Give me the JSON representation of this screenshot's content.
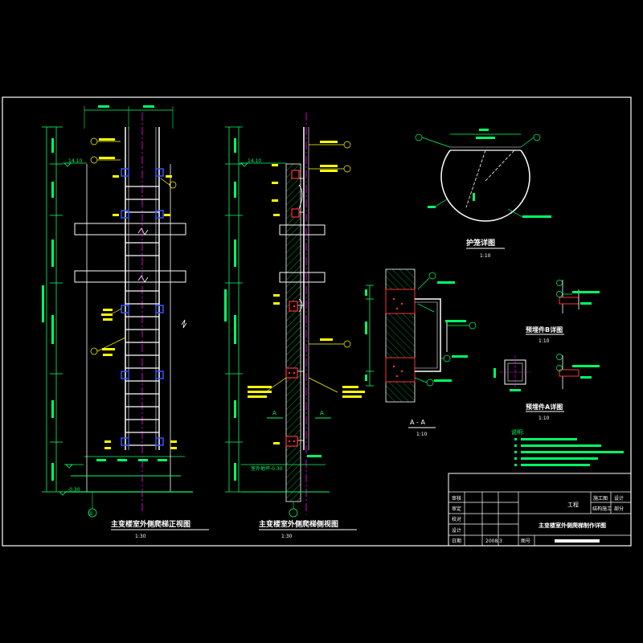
{
  "colors": {
    "background": "#000000",
    "frame": "#ffffff",
    "steel": "#ffffff",
    "dimension": "#00ff66",
    "centerline": "#ff00ff",
    "callout": "#ffff00",
    "anchor": "#3355ff",
    "embed": "#ff3333",
    "hatch": "#00cc44",
    "title_text": "#ffffff"
  },
  "views": {
    "front_title": "主变楼室外侧爬梯正视图",
    "front_scale": "1:30",
    "side_title": "主变楼室外侧爬梯侧视图",
    "side_scale": "1:30",
    "hoop_title": "护笼详图",
    "hoop_scale": "1:10",
    "section_title": "A - A",
    "section_scale": "1:10",
    "embed_b_title": "预埋件B详图",
    "embed_b_scale": "1:10",
    "embed_a_title": "预埋件A详图",
    "embed_a_scale": "1:10",
    "section_mark": "A"
  },
  "front": {
    "elev_top": "14.10",
    "elev_bottom": "-0.30",
    "axis_label": "①"
  },
  "side": {
    "elev_top": "14.10",
    "ground_label": "室外地坪-0.30"
  },
  "notes": {
    "title": "说明:"
  },
  "title_block": {
    "row_labels": [
      "审核",
      "审定",
      "校对",
      "设计",
      "日期"
    ],
    "project": "工程",
    "stage": "施工图",
    "discipline": "设计",
    "phase": "结构施工",
    "part": "部分",
    "drawing_title": "主变楼室外侧爬梯制作详图",
    "date": "2008.3",
    "sheet_label": "图号"
  }
}
